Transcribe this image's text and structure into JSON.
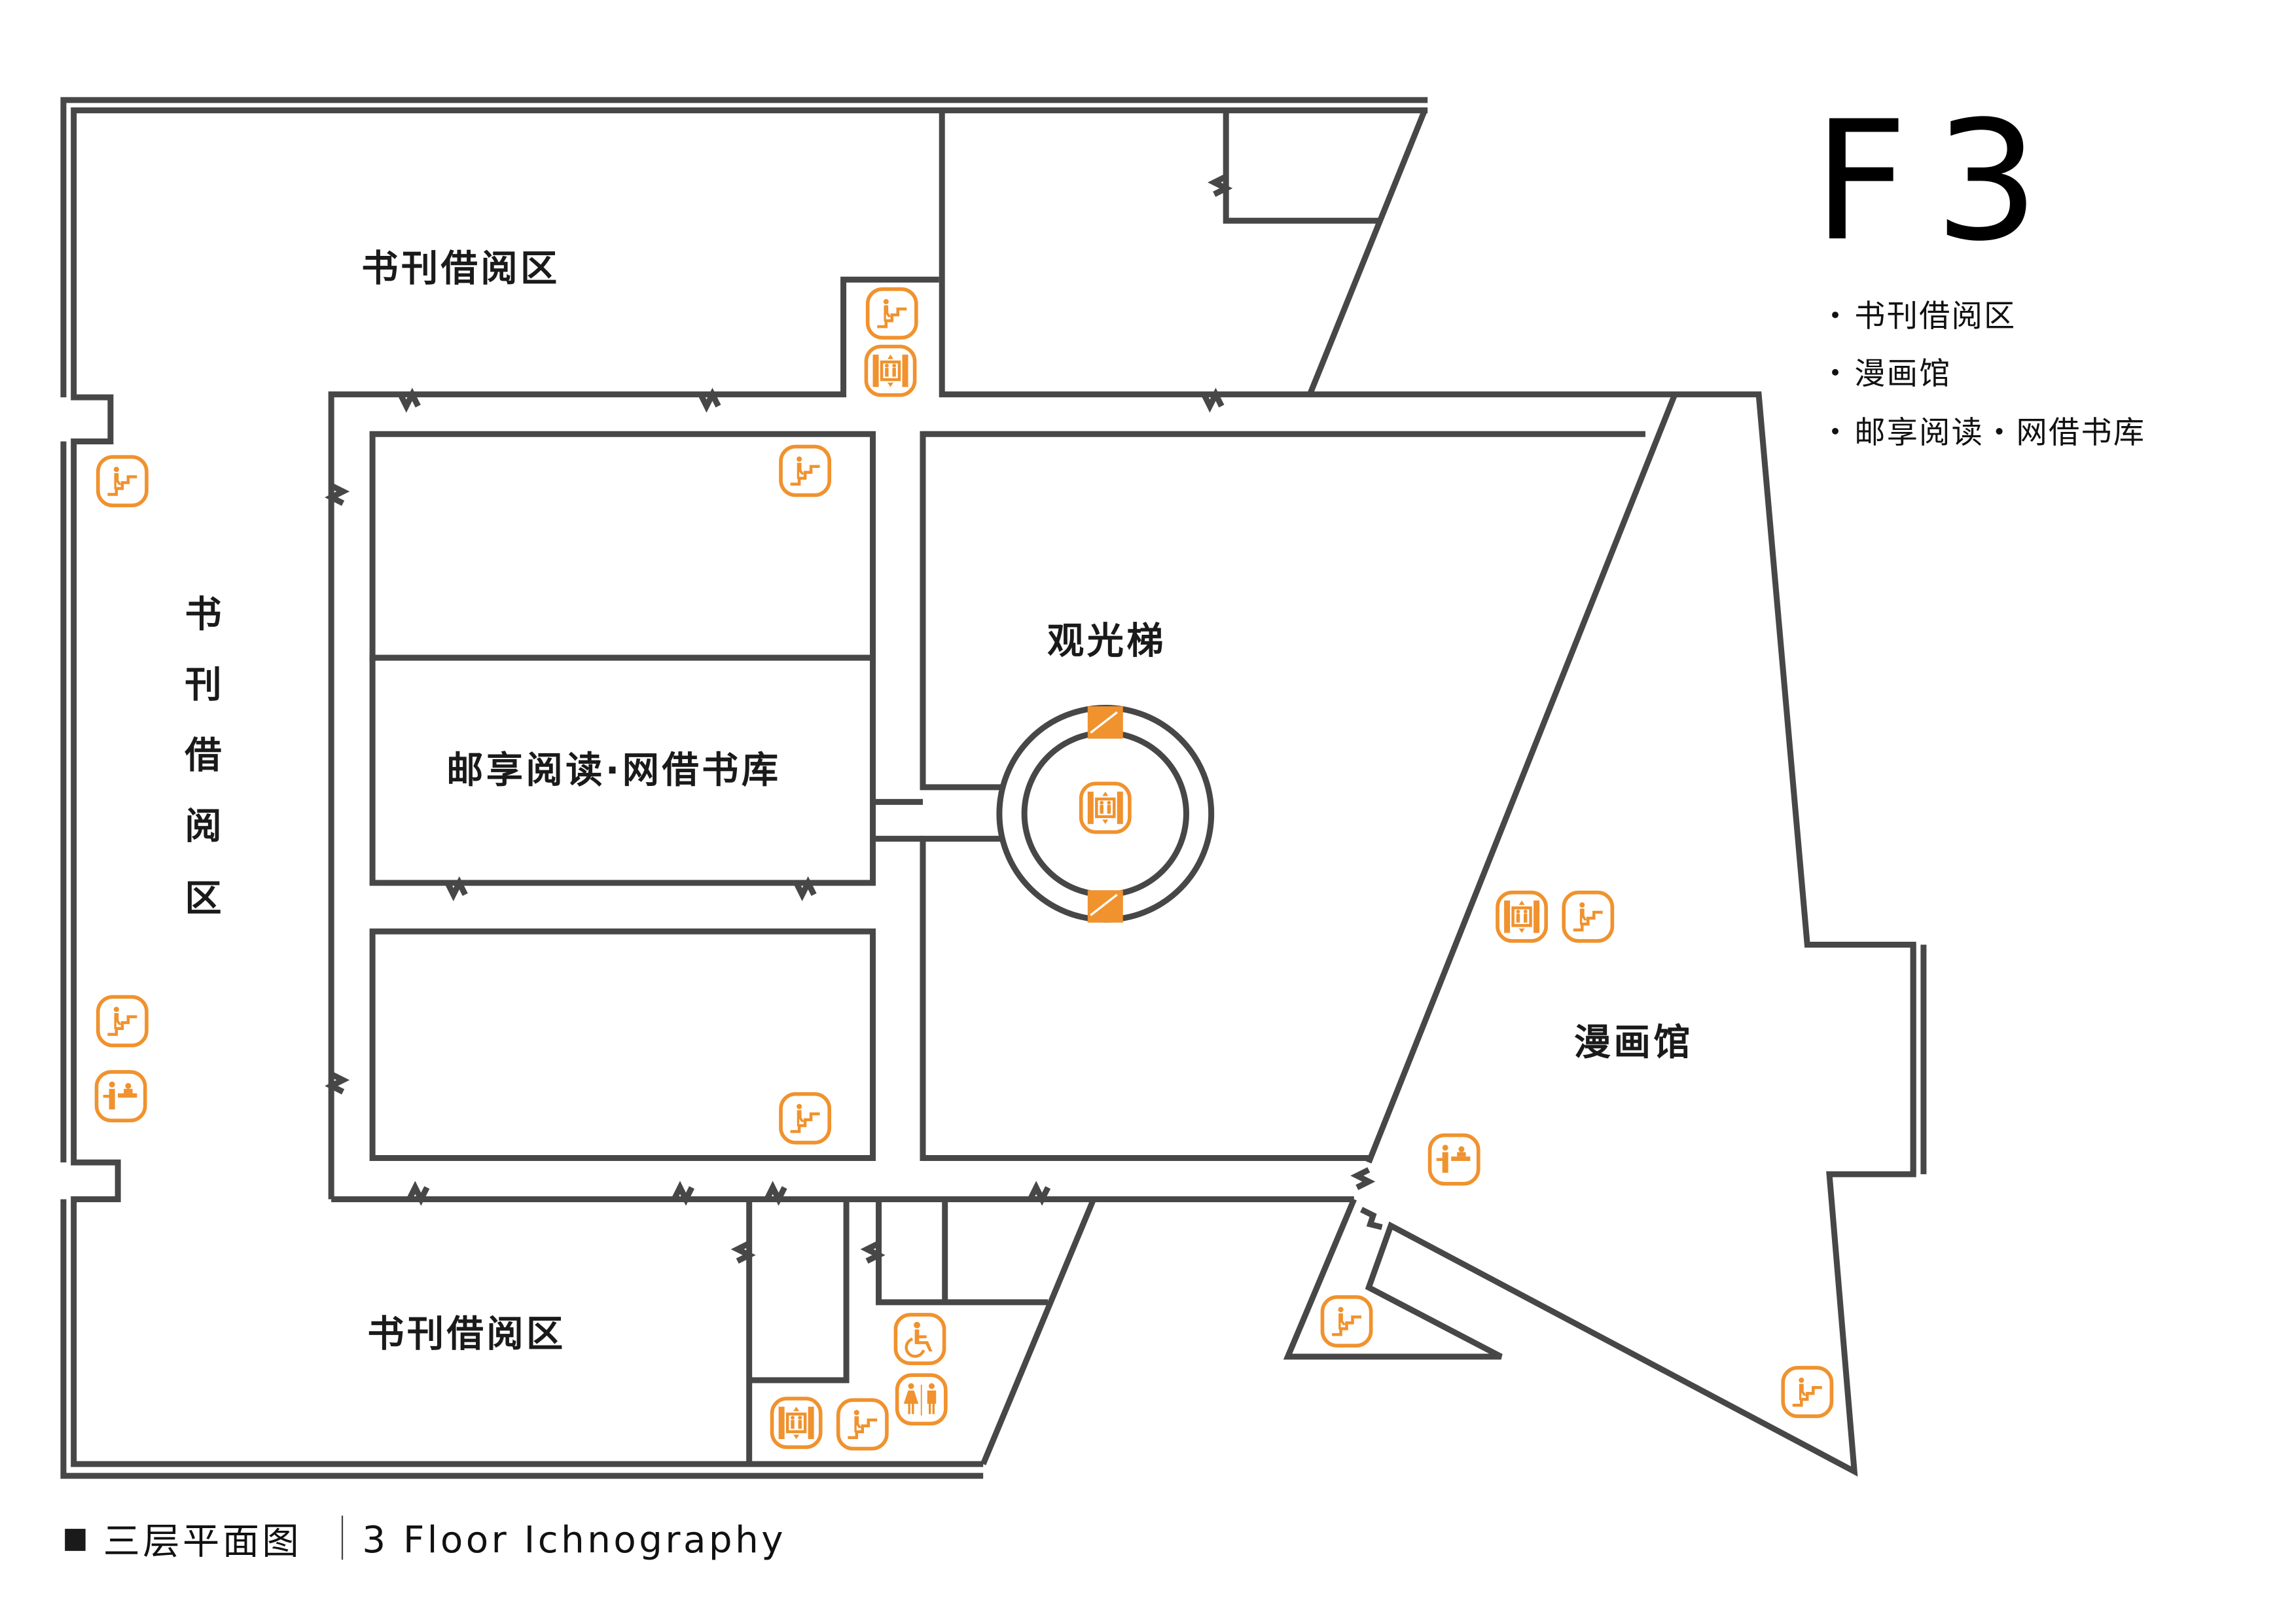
{
  "floor_title": "F3",
  "legend": {
    "items": [
      "书刊借阅区",
      "漫画馆",
      "邮享阅读・网借书库"
    ]
  },
  "rooms": {
    "reading_top": "书刊借阅区",
    "reading_left_vertical": [
      "书",
      "刊",
      "借",
      "阅",
      "区"
    ],
    "post_library": "邮享阅读·网借书库",
    "sightseeing_elevator": "观光梯",
    "comic_hall": "漫画馆",
    "reading_bottom": "书刊借阅区"
  },
  "footer": {
    "cn_title": "三层平面图",
    "en_title": "3 Floor Ichnography"
  },
  "colors": {
    "wall": "#474747",
    "icon_accent": "#f0922e"
  },
  "icons": [
    "stairs-icon",
    "elevator-icon",
    "service-desk-icon",
    "accessible-icon",
    "restroom-icon"
  ]
}
